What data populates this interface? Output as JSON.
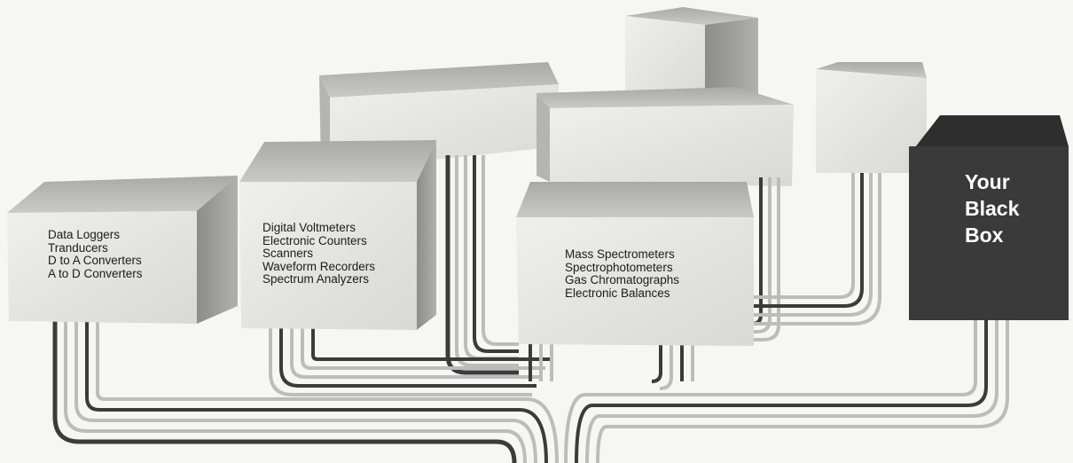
{
  "boxes": {
    "data_loggers": [
      "Data Loggers",
      "Tranducers",
      "D to A Converters",
      "A to D Converters"
    ],
    "instruments": [
      "Digital Voltmeters",
      "Electronic Counters",
      "Scanners",
      "Waveform Recorders",
      "Spectrum Analyzers"
    ],
    "lab": [
      "Mass Spectrometers",
      "Spectrophotometers",
      "Gas Chromatographs",
      "Electronic Balances"
    ],
    "black_box": [
      "Your",
      "Black",
      "Box"
    ]
  },
  "colors": {
    "background": "#f6f6f3",
    "box_front": "#e6e6e3",
    "box_top": "#bdbdba",
    "box_side": "#9a9a97",
    "black_box": "#3a3a3a",
    "cable_dark": "#3b3b3b",
    "cable_light": "#bcbcbc"
  }
}
